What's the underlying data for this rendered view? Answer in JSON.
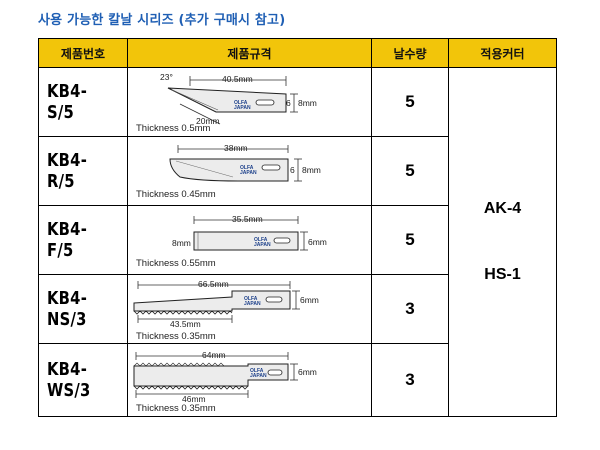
{
  "title": "사용 가능한 칼날 시리즈 (추가 구매시 참고)",
  "table": {
    "headers": [
      "제품번호",
      "제품규격",
      "날수량",
      "적용커터"
    ],
    "rows": [
      {
        "code": "KB4-S/5",
        "quantity": "5",
        "spec": {
          "angle": "23°",
          "length": "40.5mm",
          "edge": "20mm",
          "height_label": "6",
          "height": "8mm",
          "thickness": "Thickness  0.5mm",
          "brand": "OLFA",
          "brand2": "JAPAN"
        }
      },
      {
        "code": "KB4-R/5",
        "quantity": "5",
        "spec": {
          "length": "38mm",
          "height_label": "6",
          "height": "8mm",
          "thickness": "Thickness  0.45mm",
          "brand": "OLFA",
          "brand2": "JAPAN"
        }
      },
      {
        "code": "KB4-F/5",
        "quantity": "5",
        "spec": {
          "length": "35.5mm",
          "left_height": "8mm",
          "height": "6mm",
          "thickness": "Thickness  0.55mm",
          "brand": "OLFA",
          "brand2": "JAPAN"
        }
      },
      {
        "code": "KB4-NS/3",
        "quantity": "3",
        "spec": {
          "length": "66.5mm",
          "edge": "43.5mm",
          "height": "6mm",
          "thickness": "Thickness  0.35mm",
          "brand": "OLFA",
          "brand2": "JAPAN"
        }
      },
      {
        "code": "KB4-WS/3",
        "quantity": "3",
        "spec": {
          "length": "64mm",
          "edge": "46mm",
          "height": "6mm",
          "thickness": "Thickness  0.35mm",
          "brand": "OLFA",
          "brand2": "JAPAN"
        }
      }
    ],
    "cutters": [
      "AK-4",
      "HS-1"
    ]
  }
}
